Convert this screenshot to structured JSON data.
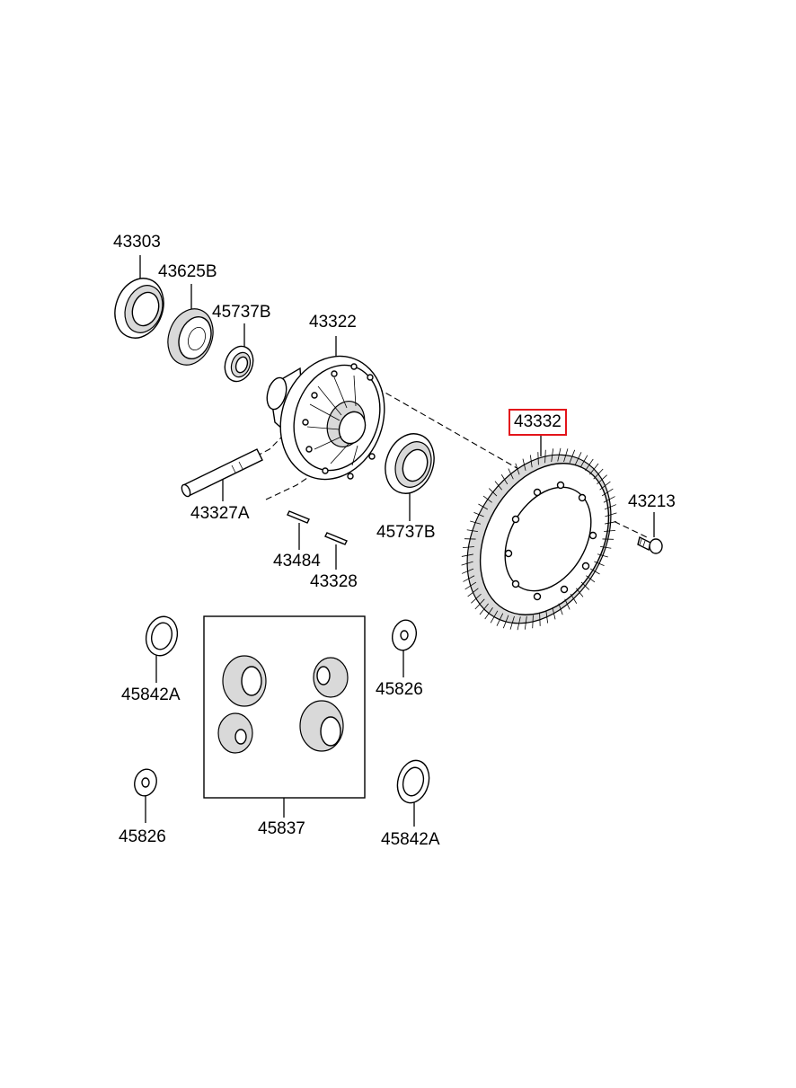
{
  "parts": [
    {
      "id": "p1",
      "label": "43303"
    },
    {
      "id": "p2",
      "label": "43625B"
    },
    {
      "id": "p3",
      "label": "45737B"
    },
    {
      "id": "p4",
      "label": "43322"
    },
    {
      "id": "p5",
      "label": "43332",
      "highlighted": true
    },
    {
      "id": "p6",
      "label": "43213"
    },
    {
      "id": "p7",
      "label": "43327A"
    },
    {
      "id": "p8",
      "label": "45737B"
    },
    {
      "id": "p9",
      "label": "43484"
    },
    {
      "id": "p10",
      "label": "43328"
    },
    {
      "id": "p11",
      "label": "45842A"
    },
    {
      "id": "p12",
      "label": "45826"
    },
    {
      "id": "p13",
      "label": "45837"
    },
    {
      "id": "p14",
      "label": "45826"
    },
    {
      "id": "p15",
      "label": "45842A"
    }
  ],
  "highlight_color": "#e3141b"
}
